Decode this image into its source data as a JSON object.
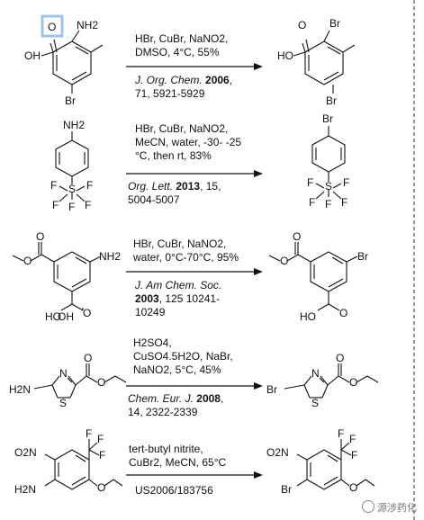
{
  "reactions": [
    {
      "conditions": [
        "HBr, CuBr, NaNO2,",
        "DMSO, 4°C, 55%"
      ],
      "reference": {
        "journal": "J. Org. Chem.",
        "year": "2006",
        "details_1": ",",
        "details_2": "71, 5921-5929"
      }
    },
    {
      "conditions": [
        "HBr, CuBr, NaNO2,",
        "MeCN, water, -30- -25",
        "°C, then rt, 83%"
      ],
      "reference": {
        "journal": "Org.  Lett.",
        "year": "2013",
        "details_1": ", 15,",
        "details_2": "5004-5007"
      }
    },
    {
      "conditions": [
        "HBr, CuBr, NaNO2,",
        "water, 0°C-70°C, 95%"
      ],
      "reference": {
        "journal": "J. Am Chem. Soc.",
        "year": "2003",
        "details_1": ", 125 10241-",
        "details_2": "10249"
      }
    },
    {
      "conditions": [
        "H2SO4,",
        "CuSO4.5H2O, NaBr,",
        "NaNO2, 5°C, 45%"
      ],
      "reference": {
        "journal": "Chem. Eur. J.",
        "year": "2008",
        "details_1": ",",
        "details_2": "14, 2322-2339"
      }
    },
    {
      "conditions": [
        "tert-butyl nitrite,",
        "CuBr2, MeCN, 65°C"
      ],
      "reference": {
        "journal": "",
        "year": "",
        "details_1": "US2006/183756",
        "details_2": ""
      }
    }
  ],
  "atom_labels": {
    "NH2": "NH2",
    "O": "O",
    "OH": "OH",
    "HO": "HO",
    "Br": "Br",
    "F": "F",
    "S": "S",
    "N": "N",
    "O2N": "O2N",
    "H2N": "H2N",
    "CF3_F": "F"
  },
  "watermark": "源涉药化",
  "colors": {
    "line": "#111111",
    "highlight": "#9fc3e6",
    "divider": "#555555"
  }
}
